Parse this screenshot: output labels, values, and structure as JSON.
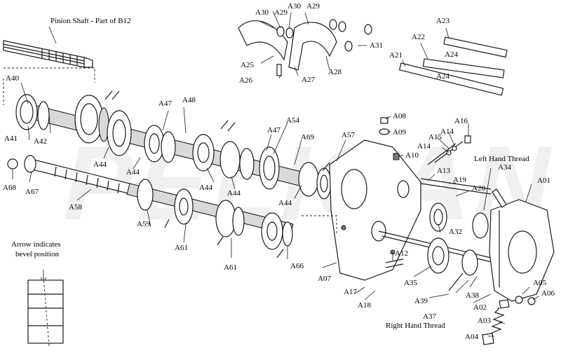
{
  "watermark": "PELICAN",
  "notes": {
    "pinion_shaft": "Pinion Shaft - Part of B12",
    "left_hand_thread": "Left Hand Thread",
    "right_hand_thread": "Right Hand Thread",
    "arrow_line1": "Arrow indicates",
    "arrow_line2": "bevel position"
  },
  "labels": {
    "A01": "A01",
    "A02": "A02",
    "A03": "A03",
    "A04": "A04",
    "A05": "A05",
    "A06": "A06",
    "A07": "A07",
    "A08": "A08",
    "A09": "A09",
    "A10": "A10",
    "A12": "A12",
    "A13": "A13",
    "A14a": "A14",
    "A14b": "A14",
    "A15": "A15",
    "A16": "A16",
    "A17": "A17",
    "A18": "A18",
    "A19": "A19",
    "A20": "A20",
    "A21": "A21",
    "A22": "A22",
    "A23": "A23",
    "A24a": "A24",
    "A24b": "A24",
    "A25": "A25",
    "A26": "A26",
    "A27": "A27",
    "A28": "A28",
    "A29a": "A29",
    "A29b": "A29",
    "A30a": "A30",
    "A30b": "A30",
    "A31": "A31",
    "A32": "A32",
    "A34": "A34",
    "A35": "A35",
    "A37": "A37",
    "A38": "A38",
    "A39": "A39",
    "A40": "A40",
    "A41": "A41",
    "A42": "A42",
    "A44a": "A44",
    "A44b": "A44",
    "A44c": "A44",
    "A44d": "A44",
    "A44e": "A44",
    "A47a": "A47",
    "A47b": "A47",
    "A48": "A48",
    "A54": "A54",
    "A57": "A57",
    "A58": "A58",
    "A59": "A59",
    "A61a": "A61",
    "A61b": "A61",
    "A66": "A66",
    "A67": "A67",
    "A68": "A68",
    "A69": "A69"
  }
}
